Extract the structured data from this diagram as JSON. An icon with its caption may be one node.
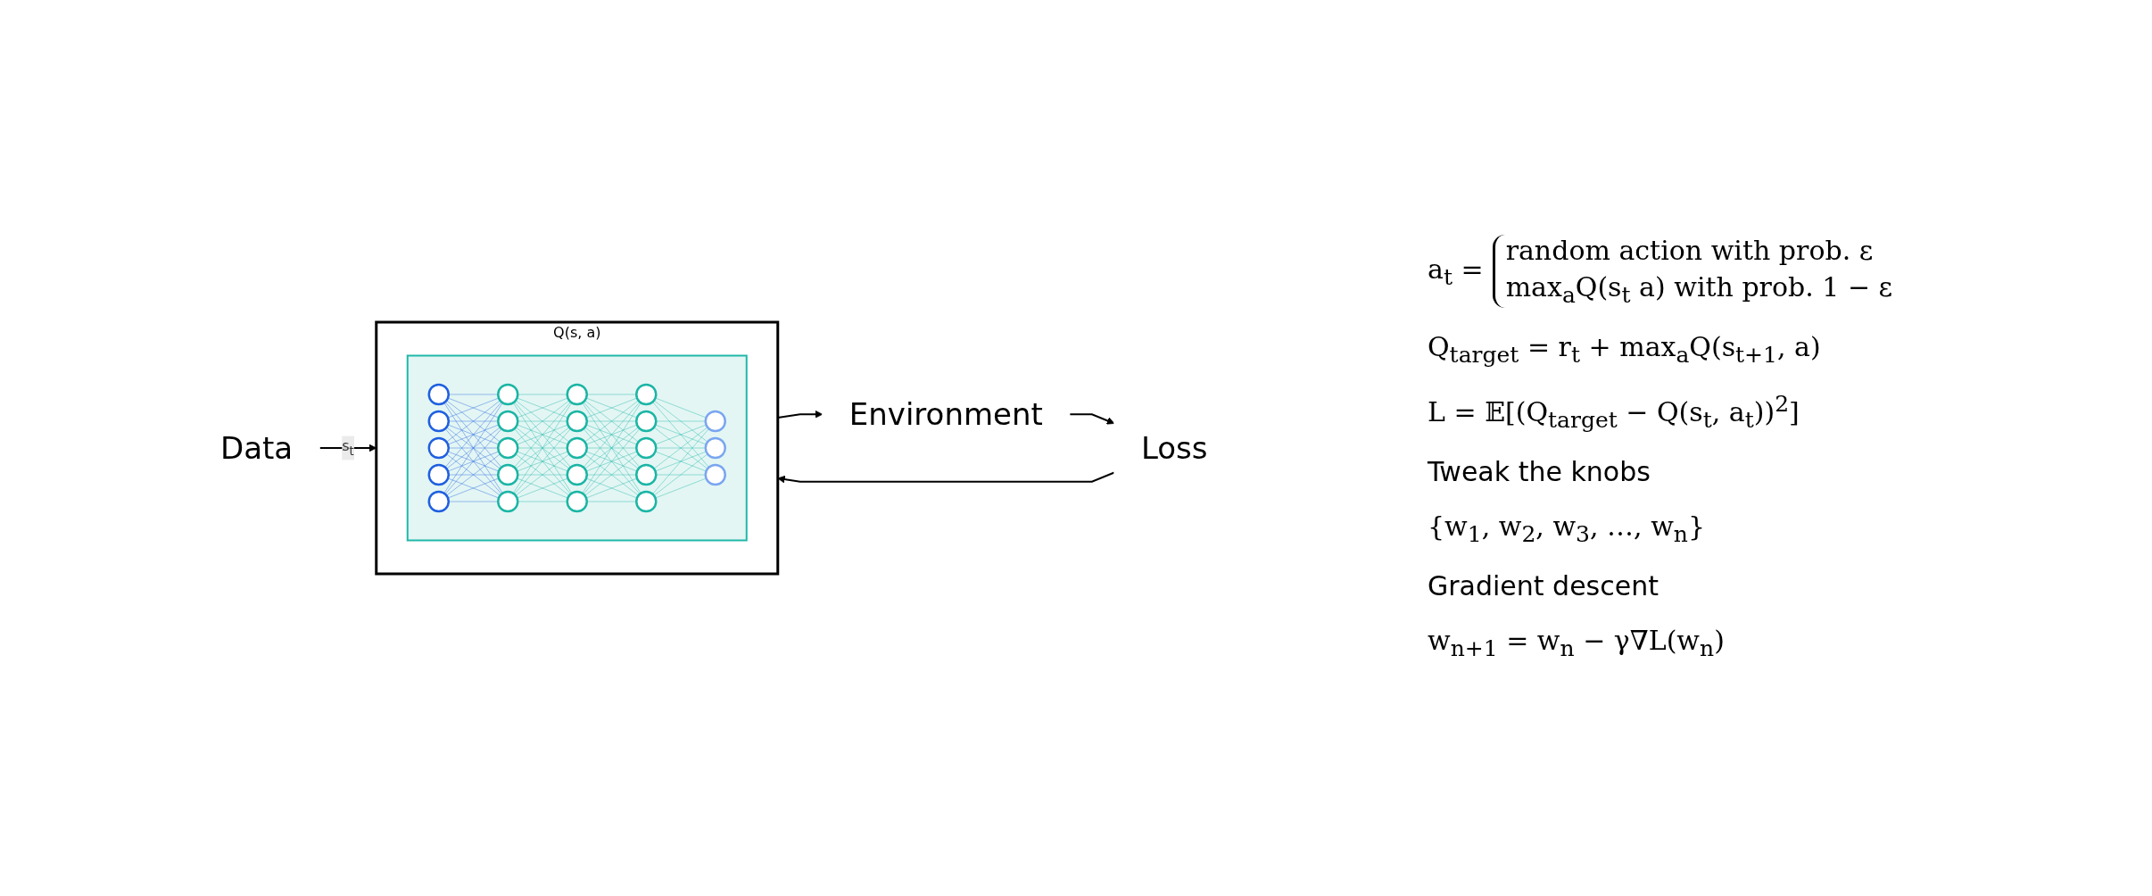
{
  "diagram": {
    "nodes": [
      {
        "text": [
          "Data"
        ]
      },
      {
        "text": [
          "Q(s, a)"
        ]
      },
      {
        "text": [],
        "shape": "picture",
        "in": 1
      },
      {
        "text": [
          "Environment"
        ]
      },
      {
        "text": [
          "Loss"
        ]
      }
    ],
    "edges": [
      {
        "from": 0,
        "to": 1,
        "arrow": "to",
        "label": "s$_{t}$"
      },
      {
        "from": 1,
        "to": 3,
        "arrow": "to"
      },
      {
        "from": 3,
        "to": 4,
        "arrow": "to"
      },
      {
        "from": 4,
        "to": 1,
        "arrow": "to"
      }
    ],
    "labels": [
      "a$_{t}$ =",
      "random action with prob. ε",
      "max$_{a}$Q(s$_{t}$ a) with prob. 1 − ε",
      "Q$_{target}$ = r$_{t}$ + max$_{a}$Q(s$_{t+1}$, a)",
      "L = 𝔼[(Q$_{target}$ − Q(s$_{t}$, a$_{t}$))$^{2}$]",
      "Tweak the knobs",
      "{w$_{1}$, w$_{2}$, w$_{3}$, …, w$_{n}$}",
      "Gradient descent",
      "w$_{n+1}$ = w$_{n}$ − γ∇L(w$_{n}$)"
    ]
  }
}
